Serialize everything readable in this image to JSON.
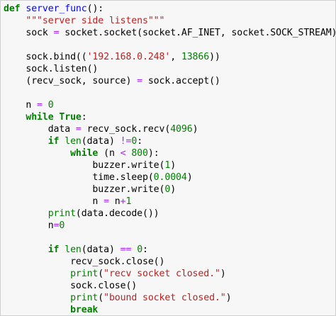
{
  "code_lines": [
    [
      {
        "t": "def",
        "c": "k"
      },
      {
        "t": " ",
        "c": "p"
      },
      {
        "t": "server_func",
        "c": "f"
      },
      {
        "t": "():",
        "c": "p"
      }
    ],
    [
      {
        "t": "    ",
        "c": "p"
      },
      {
        "t": "\"\"\"server side listens\"\"\"",
        "c": "s"
      }
    ],
    [
      {
        "t": "    sock ",
        "c": "p"
      },
      {
        "t": "=",
        "c": "o"
      },
      {
        "t": " socket.socket(socket.AF_INET, socket.SOCK_STREAM)",
        "c": "p"
      }
    ],
    [],
    [
      {
        "t": "    sock.bind((",
        "c": "p"
      },
      {
        "t": "'192.168.0.248'",
        "c": "s"
      },
      {
        "t": ", ",
        "c": "p"
      },
      {
        "t": "13866",
        "c": "n"
      },
      {
        "t": "))",
        "c": "p"
      }
    ],
    [
      {
        "t": "    sock.listen()",
        "c": "p"
      }
    ],
    [
      {
        "t": "    (recv_sock, source) ",
        "c": "p"
      },
      {
        "t": "=",
        "c": "o"
      },
      {
        "t": " sock.accept()",
        "c": "p"
      }
    ],
    [],
    [
      {
        "t": "    n ",
        "c": "p"
      },
      {
        "t": "=",
        "c": "o"
      },
      {
        "t": " ",
        "c": "p"
      },
      {
        "t": "0",
        "c": "n"
      }
    ],
    [
      {
        "t": "    ",
        "c": "p"
      },
      {
        "t": "while",
        "c": "k"
      },
      {
        "t": " ",
        "c": "p"
      },
      {
        "t": "True",
        "c": "k"
      },
      {
        "t": ":",
        "c": "p"
      }
    ],
    [
      {
        "t": "        data ",
        "c": "p"
      },
      {
        "t": "=",
        "c": "o"
      },
      {
        "t": " recv_sock.recv(",
        "c": "p"
      },
      {
        "t": "4096",
        "c": "n"
      },
      {
        "t": ")",
        "c": "p"
      }
    ],
    [
      {
        "t": "        ",
        "c": "p"
      },
      {
        "t": "if",
        "c": "k"
      },
      {
        "t": " ",
        "c": "p"
      },
      {
        "t": "len",
        "c": "n"
      },
      {
        "t": "(data) ",
        "c": "p"
      },
      {
        "t": "!=",
        "c": "o"
      },
      {
        "t": "0",
        "c": "n"
      },
      {
        "t": ":",
        "c": "p"
      }
    ],
    [
      {
        "t": "            ",
        "c": "p"
      },
      {
        "t": "while",
        "c": "k"
      },
      {
        "t": " (n ",
        "c": "p"
      },
      {
        "t": "<",
        "c": "o"
      },
      {
        "t": " ",
        "c": "p"
      },
      {
        "t": "800",
        "c": "n"
      },
      {
        "t": "):",
        "c": "p"
      }
    ],
    [
      {
        "t": "                buzzer.write(",
        "c": "p"
      },
      {
        "t": "1",
        "c": "n"
      },
      {
        "t": ")",
        "c": "p"
      }
    ],
    [
      {
        "t": "                time.sleep(",
        "c": "p"
      },
      {
        "t": "0.0004",
        "c": "n"
      },
      {
        "t": ")",
        "c": "p"
      }
    ],
    [
      {
        "t": "                buzzer.write(",
        "c": "p"
      },
      {
        "t": "0",
        "c": "n"
      },
      {
        "t": ")",
        "c": "p"
      }
    ],
    [
      {
        "t": "                n ",
        "c": "p"
      },
      {
        "t": "=",
        "c": "o"
      },
      {
        "t": " n",
        "c": "p"
      },
      {
        "t": "+",
        "c": "o"
      },
      {
        "t": "1",
        "c": "n"
      }
    ],
    [
      {
        "t": "        ",
        "c": "p"
      },
      {
        "t": "print",
        "c": "n"
      },
      {
        "t": "(data.decode())",
        "c": "p"
      }
    ],
    [
      {
        "t": "        n",
        "c": "p"
      },
      {
        "t": "=",
        "c": "o"
      },
      {
        "t": "0",
        "c": "n"
      }
    ],
    [],
    [
      {
        "t": "        ",
        "c": "p"
      },
      {
        "t": "if",
        "c": "k"
      },
      {
        "t": " ",
        "c": "p"
      },
      {
        "t": "len",
        "c": "n"
      },
      {
        "t": "(data) ",
        "c": "p"
      },
      {
        "t": "==",
        "c": "o"
      },
      {
        "t": " ",
        "c": "p"
      },
      {
        "t": "0",
        "c": "n"
      },
      {
        "t": ":",
        "c": "p"
      }
    ],
    [
      {
        "t": "            recv_sock.close()",
        "c": "p"
      }
    ],
    [
      {
        "t": "            ",
        "c": "p"
      },
      {
        "t": "print",
        "c": "n"
      },
      {
        "t": "(",
        "c": "p"
      },
      {
        "t": "\"recv socket closed.\"",
        "c": "s"
      },
      {
        "t": ")",
        "c": "p"
      }
    ],
    [
      {
        "t": "            sock.close()",
        "c": "p"
      }
    ],
    [
      {
        "t": "            ",
        "c": "p"
      },
      {
        "t": "print",
        "c": "n"
      },
      {
        "t": "(",
        "c": "p"
      },
      {
        "t": "\"bound socket closed.\"",
        "c": "s"
      },
      {
        "t": ")",
        "c": "p"
      }
    ],
    [
      {
        "t": "            ",
        "c": "p"
      },
      {
        "t": "break",
        "c": "k"
      }
    ]
  ],
  "colors": {
    "background": "#f7f7f7",
    "keyword": "#008000",
    "function_name": "#0000ff",
    "string": "#ba2121",
    "number": "#008000",
    "operator": "#aa22ff"
  }
}
